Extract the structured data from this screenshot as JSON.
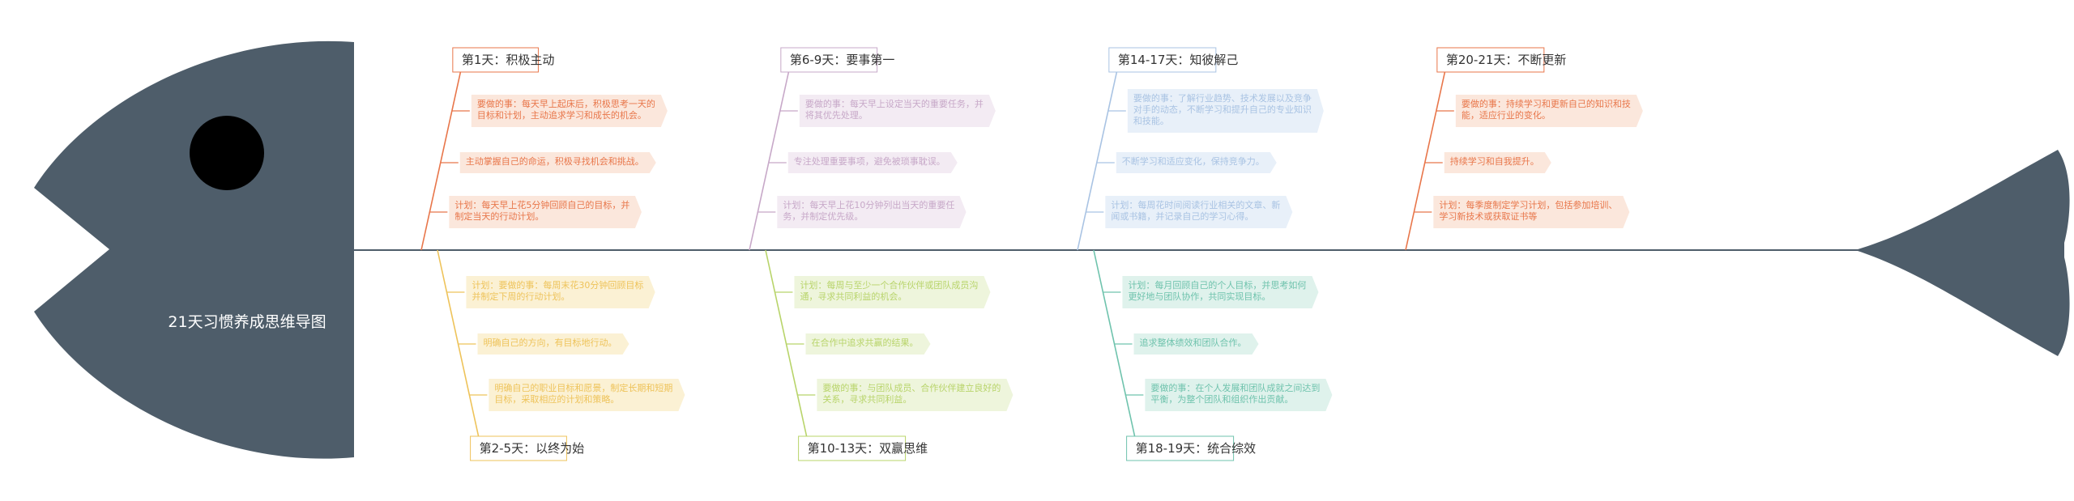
{
  "title": "21天习惯养成思维导图",
  "colors": {
    "fish": "#4e5d6a",
    "eye": "#000000",
    "spine": "#4e5d6a",
    "branches": [
      "#e8764a",
      "#eec35a",
      "#c7a8c8",
      "#b8d46a",
      "#a9c3e3",
      "#6fc3ad",
      "#e8764a"
    ],
    "leaf_fills": [
      "#fbe7dc",
      "#fbf1d4",
      "#f3ebf3",
      "#eef5dc",
      "#e8f0f9",
      "#dff2ec",
      "#fbe7dc"
    ]
  },
  "branches": [
    {
      "label": "第1天：积极主动",
      "position": "top",
      "items": [
        [
          "要做的事：每天早上起床后，积极思考一天的",
          "目标和计划，主动追求学习和成长的机会。"
        ],
        [
          "主动掌握自己的命运，积极寻找机会和挑战。"
        ],
        [
          "计划：每天早上花5分钟回顾自己的目标，并",
          "制定当天的行动计划。"
        ]
      ]
    },
    {
      "label": "第2-5天：以终为始",
      "position": "bottom",
      "items": [
        [
          "计划：要做的事：每周末花30分钟回顾目标",
          "并制定下周的行动计划。"
        ],
        [
          "明确自己的方向，有目标地行动。"
        ],
        [
          "明确自己的职业目标和愿景，制定长期和短期",
          "目标，采取相应的计划和策略。"
        ]
      ]
    },
    {
      "label": "第6-9天：要事第一",
      "position": "top",
      "items": [
        [
          "要做的事：每天早上设定当天的重要任务，并",
          "将其优先处理。"
        ],
        [
          "专注处理重要事项，避免被琐事耽误。"
        ],
        [
          "计划：每天早上花10分钟列出当天的重要任",
          "务，并制定优先级。"
        ]
      ]
    },
    {
      "label": "第10-13天：双赢思维",
      "position": "bottom",
      "items": [
        [
          "计划：每周与至少一个合作伙伴或团队成员沟",
          "通，寻求共同利益的机会。"
        ],
        [
          "在合作中追求共赢的结果。"
        ],
        [
          "要做的事：与团队成员、合作伙伴建立良好的",
          "关系，寻求共同利益。"
        ]
      ]
    },
    {
      "label": "第14-17天：知彼解己",
      "position": "top",
      "items": [
        [
          "要做的事：了解行业趋势、技术发展以及竞争",
          "对手的动态，不断学习和提升自己的专业知识",
          "和技能。"
        ],
        [
          "不断学习和适应变化，保持竞争力。"
        ],
        [
          "计划：每周花时间阅读行业相关的文章、新",
          "闻或书籍，并记录自己的学习心得。"
        ]
      ]
    },
    {
      "label": "第18-19天：统合综效",
      "position": "bottom",
      "items": [
        [
          "计划：每月回顾自己的个人目标，并思考如何",
          "更好地与团队协作，共同实现目标。"
        ],
        [
          "追求整体绩效和团队合作。"
        ],
        [
          "要做的事：在个人发展和团队成就之间达到",
          "平衡，为整个团队和组织作出贡献。"
        ]
      ]
    },
    {
      "label": "第20-21天：不断更新",
      "position": "top",
      "items": [
        [
          "要做的事：持续学习和更新自己的知识和技",
          "能，适应行业的变化。"
        ],
        [
          "持续学习和自我提升。"
        ],
        [
          "计划：每季度制定学习计划，包括参加培训、",
          "学习新技术或获取证书等"
        ]
      ]
    }
  ]
}
